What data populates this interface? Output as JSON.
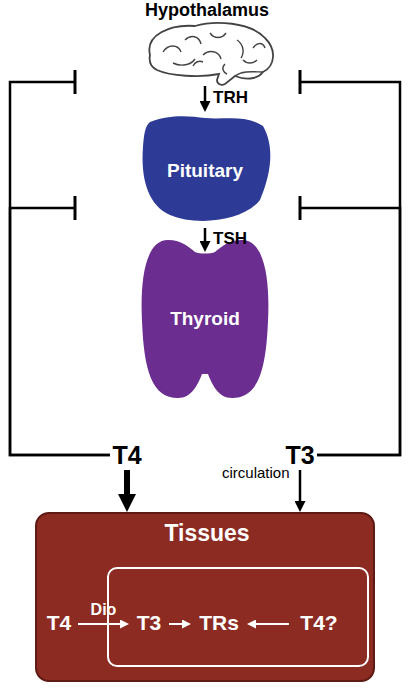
{
  "diagram": {
    "nodes": [
      {
        "text": [
          "Hypothalamus"
        ]
      },
      {
        "text": [
          "Pituitary"
        ]
      },
      {
        "text": [
          "Thyroid"
        ]
      },
      {
        "text": [
          "T4"
        ]
      },
      {
        "text": [
          "T3"
        ]
      },
      {
        "text": [
          "Tissues"
        ]
      },
      {
        "text": [
          "T4"
        ],
        "in": 5
      },
      {
        "text": [],
        "in": 5
      },
      {
        "text": [
          "T3"
        ],
        "in": 7
      },
      {
        "text": [
          "TRs"
        ],
        "in": 7
      },
      {
        "text": [
          "T4?"
        ],
        "in": 7
      }
    ],
    "edges": [
      {
        "from": 0,
        "to": 1,
        "label": "TRH",
        "arrow": "to"
      },
      {
        "from": 1,
        "to": 2,
        "label": "TSH",
        "arrow": "to"
      },
      {
        "from": 3,
        "to": 0,
        "arrow": "to"
      },
      {
        "from": 3,
        "to": 1,
        "arrow": "to"
      },
      {
        "from": 4,
        "to": 0,
        "arrow": "to"
      },
      {
        "from": 4,
        "to": 1,
        "arrow": "to"
      },
      {
        "from": 3,
        "to": 5,
        "arrow": "to"
      },
      {
        "from": 4,
        "to": 5,
        "arrow": "to"
      },
      {
        "from": 6,
        "to": 8,
        "label": "Dio",
        "arrow": "to"
      },
      {
        "from": 8,
        "to": 9,
        "arrow": "to"
      },
      {
        "from": 10,
        "to": 9,
        "arrow": "to"
      }
    ],
    "labels": [
      "circulation"
    ]
  }
}
